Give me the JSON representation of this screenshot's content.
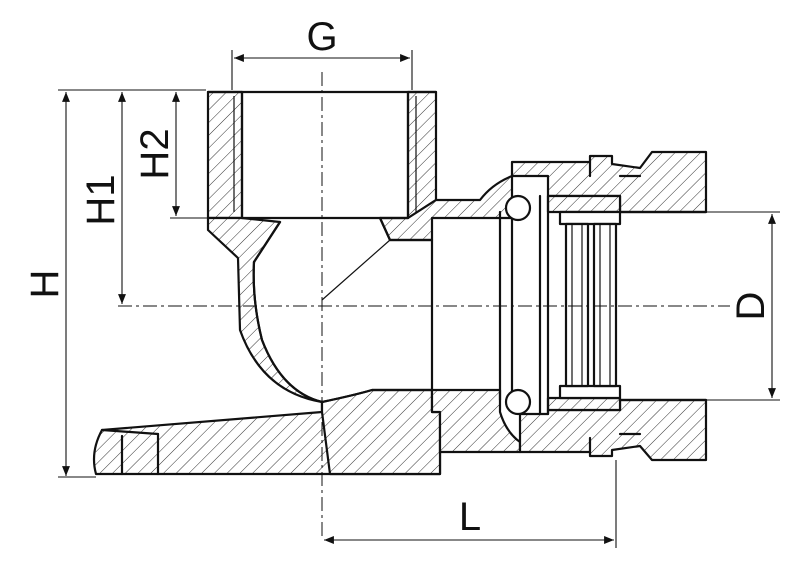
{
  "dimensions": {
    "G": "G",
    "H": "H",
    "H1": "H1",
    "H2": "H2",
    "D": "D",
    "L": "L"
  }
}
